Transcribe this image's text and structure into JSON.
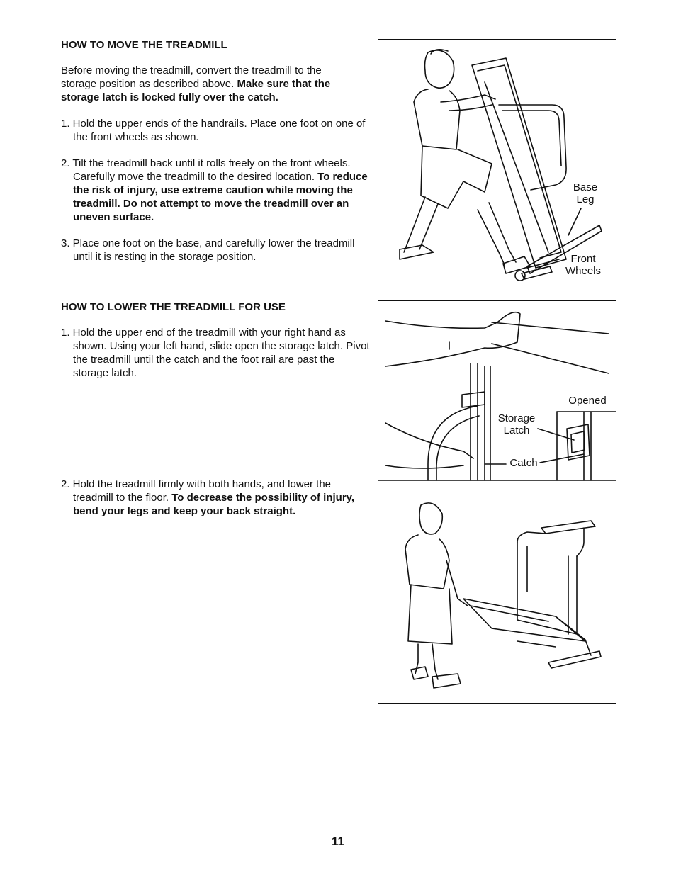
{
  "section1": {
    "heading": "HOW TO MOVE THE TREADMILL",
    "intro": "Before moving the treadmill, convert the treadmill to the storage position as described above. ",
    "intro_bold": "Make sure that the storage latch is locked fully over the catch.",
    "step1": "1. Hold the upper ends of the handrails. Place one foot on one of the front wheels as shown.",
    "step2": "2. Tilt the treadmill back until it rolls freely on the front wheels. Carefully move the treadmill to the desired location. ",
    "step2_bold": "To reduce the risk of injury, use extreme caution while moving the treadmill. Do not attempt to move the treadmill over an uneven surface.",
    "step3": "3. Place one foot on the base, and carefully lower the treadmill until it is resting in the storage position."
  },
  "section2": {
    "heading": "HOW TO LOWER THE TREADMILL FOR USE",
    "step1": "1. Hold the upper end of the treadmill with your right hand as shown. Using your left hand, slide open the storage latch. Pivot the treadmill until the catch and the foot rail are past the storage latch.",
    "step2": "2. Hold the treadmill firmly with both hands, and lower the treadmill to the floor. ",
    "step2_bold": "To decrease the possibility of injury, bend your legs and keep your back straight."
  },
  "figure1": {
    "label_base_leg_1": "Base",
    "label_base_leg_2": "Leg",
    "label_front_wheels_1": "Front",
    "label_front_wheels_2": "Wheels"
  },
  "figure2": {
    "label_opened": "Opened",
    "label_storage_latch_1": "Storage",
    "label_storage_latch_2": "Latch",
    "label_catch": "Catch"
  },
  "page_number": "11"
}
